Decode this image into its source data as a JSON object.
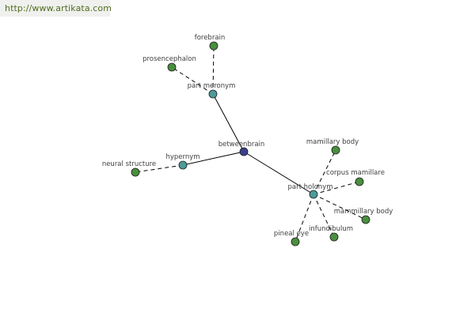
{
  "watermark": "http://www.artikata.com",
  "colors": {
    "center": "#3a3f8f",
    "relation": "#4e9a9a",
    "term": "#4a8f3f",
    "edge": "#000000",
    "label": "#404040",
    "watermark_bg": "#f0f0ee",
    "watermark_text": "#4f6e1e"
  },
  "nodes": [
    {
      "id": "center",
      "label": "betweenbrain",
      "kind": "center"
    },
    {
      "id": "meronym",
      "label": "part meronym",
      "kind": "relation"
    },
    {
      "id": "hypernym",
      "label": "hypernym",
      "kind": "relation"
    },
    {
      "id": "holonym",
      "label": "part holonym",
      "kind": "relation"
    },
    {
      "id": "forebrain",
      "label": "forebrain",
      "kind": "term"
    },
    {
      "id": "prosencephalon",
      "label": "prosencephalon",
      "kind": "term"
    },
    {
      "id": "neural",
      "label": "neural structure",
      "kind": "term"
    },
    {
      "id": "mamillary1",
      "label": "mamillary body",
      "kind": "term"
    },
    {
      "id": "corpus",
      "label": "corpus mamillare",
      "kind": "term"
    },
    {
      "id": "mammillary",
      "label": "mammillary body",
      "kind": "term"
    },
    {
      "id": "infundibulum",
      "label": "infundibulum",
      "kind": "term"
    },
    {
      "id": "pineal",
      "label": "pineal eye",
      "kind": "term"
    }
  ],
  "edges": [
    {
      "from": "center",
      "to": "meronym",
      "style": "solid"
    },
    {
      "from": "center",
      "to": "hypernym",
      "style": "solid"
    },
    {
      "from": "center",
      "to": "holonym",
      "style": "solid"
    },
    {
      "from": "meronym",
      "to": "forebrain",
      "style": "dashed"
    },
    {
      "from": "meronym",
      "to": "prosencephalon",
      "style": "dashed"
    },
    {
      "from": "hypernym",
      "to": "neural",
      "style": "dashed"
    },
    {
      "from": "holonym",
      "to": "mamillary1",
      "style": "dashed"
    },
    {
      "from": "holonym",
      "to": "corpus",
      "style": "dashed"
    },
    {
      "from": "holonym",
      "to": "mammillary",
      "style": "dashed"
    },
    {
      "from": "holonym",
      "to": "infundibulum",
      "style": "dashed"
    },
    {
      "from": "holonym",
      "to": "pineal",
      "style": "dashed"
    }
  ]
}
